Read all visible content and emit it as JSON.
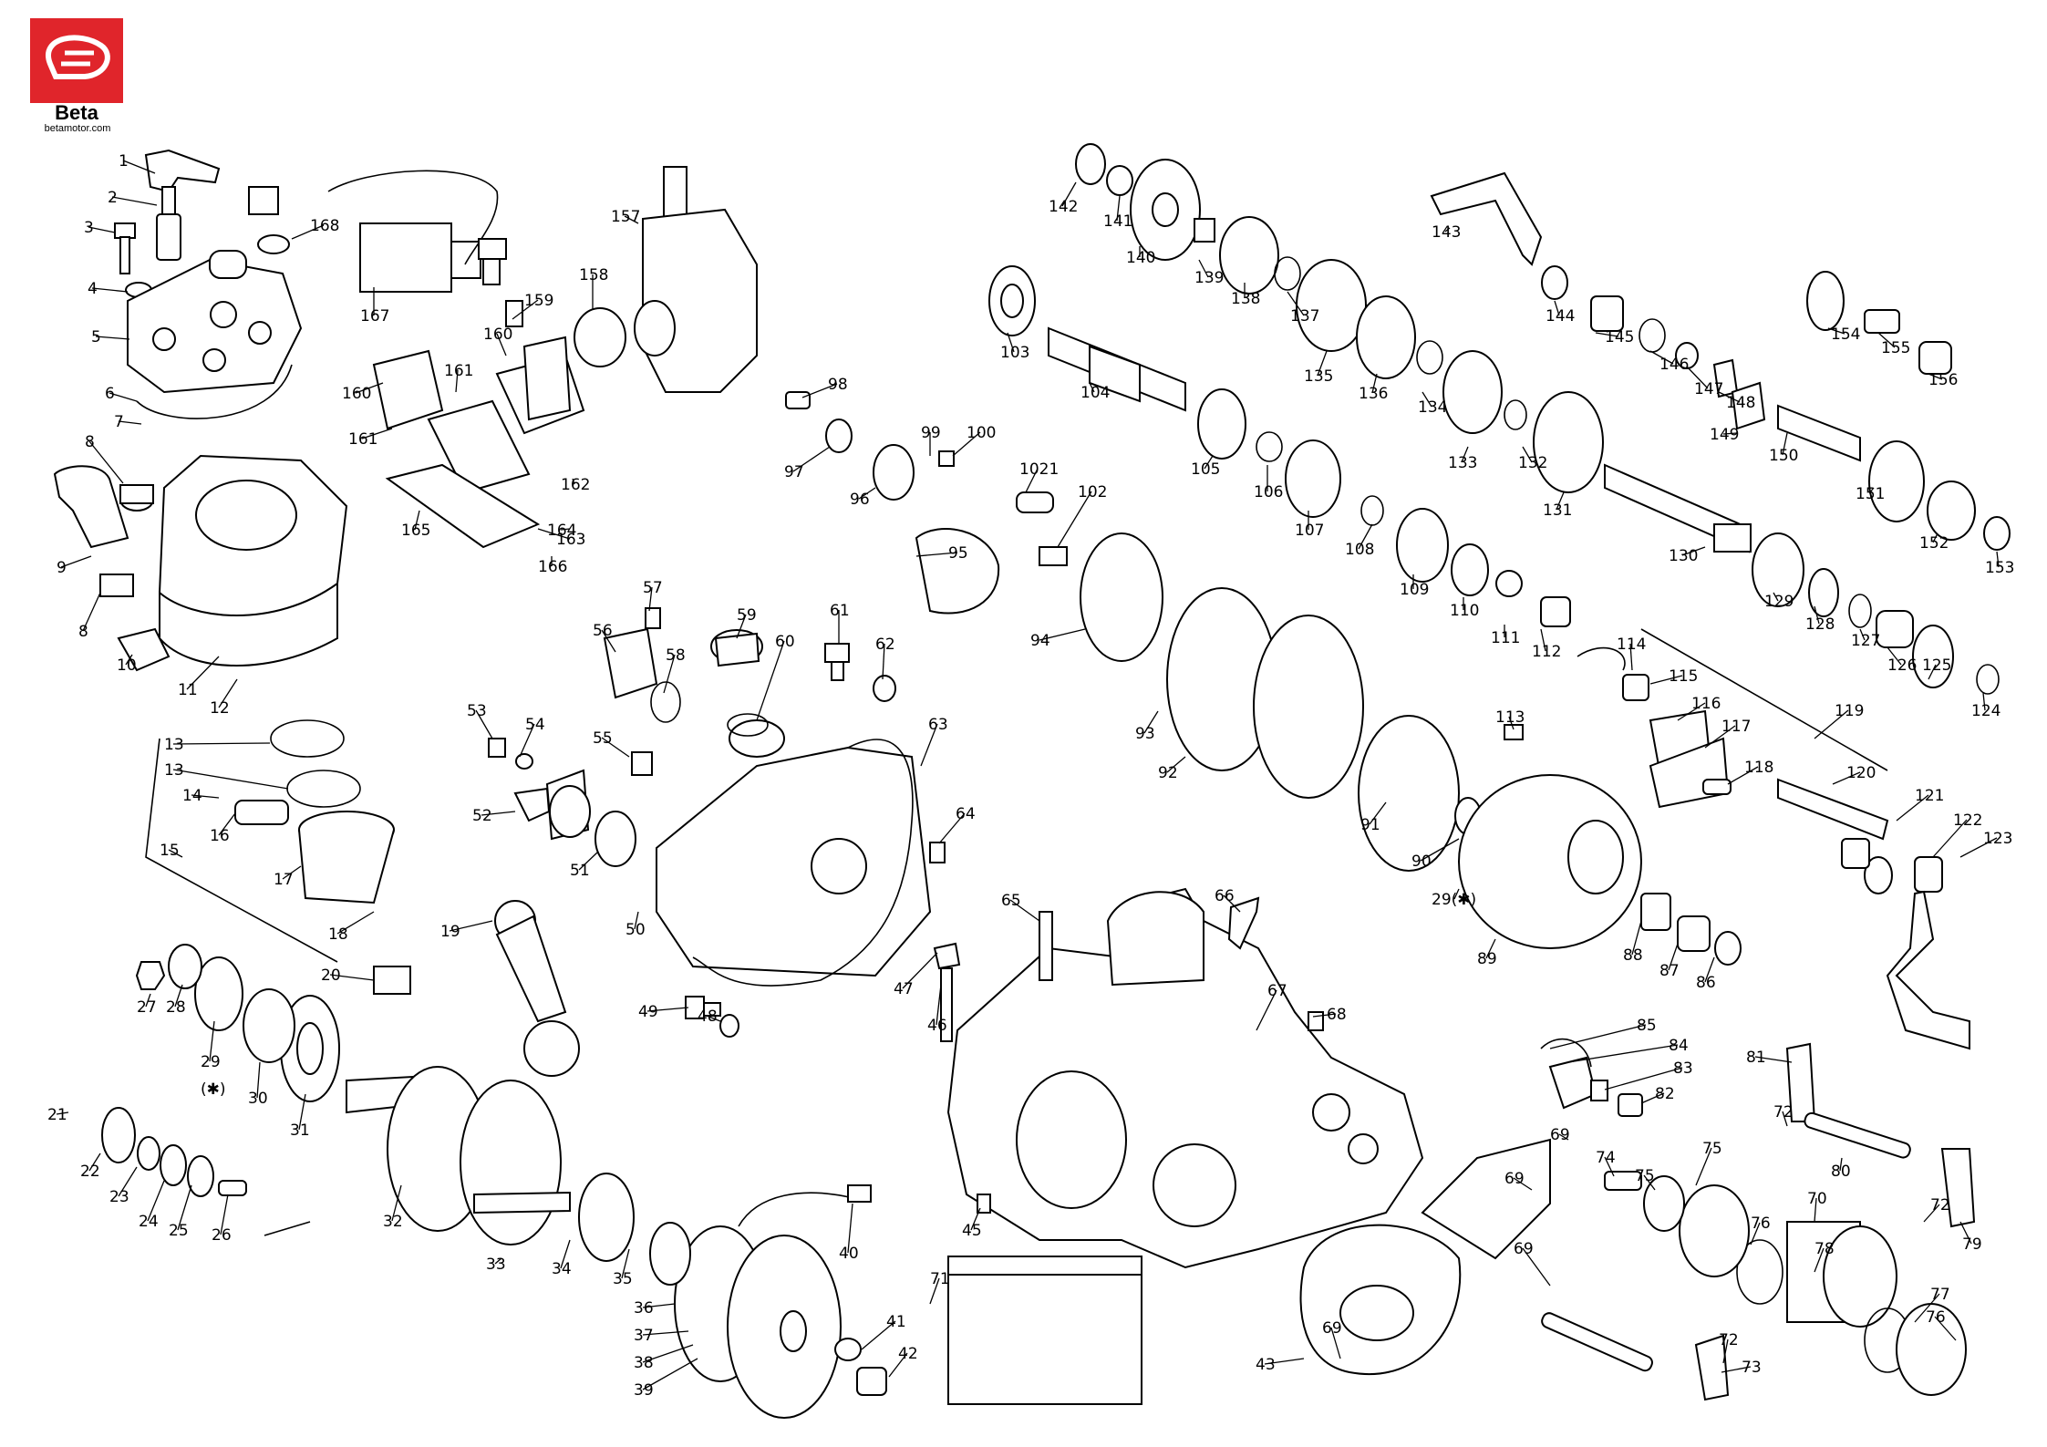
{
  "brand": {
    "logo_word": "Beta",
    "url": "betamotor.com",
    "accent_color": "#e0252b"
  },
  "labels": [
    "1",
    "2",
    "3",
    "4",
    "5",
    "6",
    "7",
    "8",
    "9",
    "8",
    "10",
    "11",
    "12",
    "13",
    "13",
    "14",
    "15",
    "16",
    "17",
    "18",
    "19",
    "20",
    "21",
    "22",
    "23",
    "24",
    "25",
    "26",
    "27",
    "28",
    "29",
    "(✱)",
    "30",
    "31",
    "32",
    "33",
    "34",
    "35",
    "36",
    "37",
    "38",
    "39",
    "40",
    "41",
    "42",
    "43",
    "45",
    "46",
    "47",
    "48",
    "49",
    "50",
    "51",
    "52",
    "53",
    "54",
    "55",
    "56",
    "57",
    "58",
    "59",
    "60",
    "61",
    "62",
    "63",
    "64",
    "65",
    "66",
    "67",
    "68",
    "69",
    "69",
    "69",
    "69",
    "70",
    "71",
    "72",
    "72",
    "72",
    "73",
    "74",
    "75",
    "75",
    "76",
    "76",
    "77",
    "78",
    "79",
    "80",
    "81",
    "82",
    "83",
    "84",
    "85",
    "86",
    "87",
    "88",
    "29(✱)",
    "89",
    "90",
    "91",
    "92",
    "93",
    "94",
    "95",
    "96",
    "97",
    "98",
    "99",
    "100",
    "1021",
    "102",
    "103",
    "104",
    "105",
    "106",
    "107",
    "108",
    "109",
    "110",
    "111",
    "112",
    "113",
    "114",
    "115",
    "116",
    "117",
    "118",
    "119",
    "120",
    "121",
    "122",
    "123",
    "124",
    "125",
    "126",
    "127",
    "128",
    "129",
    "130",
    "131",
    "132",
    "133",
    "134",
    "135",
    "136",
    "137",
    "138",
    "139",
    "140",
    "141",
    "142",
    "143",
    "144",
    "145",
    "146",
    "147",
    "148",
    "149",
    "150",
    "151",
    "152",
    "153",
    "154",
    "155",
    "156",
    "157",
    "158",
    "159",
    "160",
    "160",
    "161",
    "161",
    "162",
    "163",
    "164",
    "165",
    "166",
    "167",
    "168"
  ]
}
